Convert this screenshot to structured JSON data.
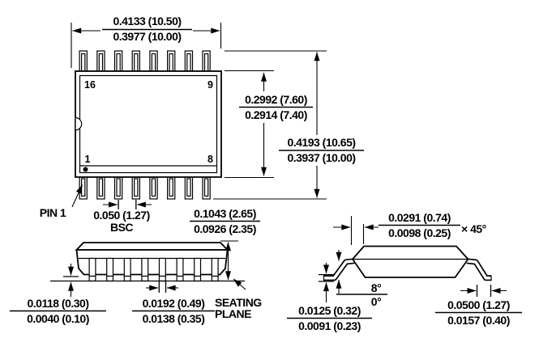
{
  "drawing": {
    "pin_labels": {
      "top_left": "16",
      "top_right": "9",
      "bottom_left": "1",
      "bottom_right": "8"
    },
    "callouts": {
      "pin1": "PIN 1",
      "seating_line1": "SEATING",
      "seating_line2": "PLANE"
    },
    "dims": {
      "package_length": {
        "max": "0.4133 (10.50)",
        "min": "0.3977 (10.00)"
      },
      "body_width": {
        "max": "0.2992 (7.60)",
        "min": "0.2914 (7.40)"
      },
      "overall_width": {
        "max": "0.4193 (10.65)",
        "min": "0.3937 (10.00)"
      },
      "lead_pitch": {
        "value": "0.050 (1.27)",
        "note": "BSC"
      },
      "overall_height": {
        "max": "0.1043 (2.65)",
        "min": "0.0926 (2.35)"
      },
      "standoff": {
        "max": "0.0118 (0.30)",
        "min": "0.0040 (0.10)"
      },
      "lead_width": {
        "max": "0.0192 (0.49)",
        "min": "0.0138 (0.35)"
      },
      "chamfer": {
        "max": "0.0291 (0.74)",
        "min": "0.0098 (0.25)",
        "suffix": "× 45°"
      },
      "lead_angle": {
        "max": "8°",
        "min": "0°"
      },
      "lead_thickness": {
        "max": "0.0125 (0.32)",
        "min": "0.0091 (0.23)"
      },
      "foot_length": {
        "max": "0.0500 (1.27)",
        "min": "0.0157 (0.40)"
      }
    },
    "colors": {
      "line": "#000000",
      "background": "#ffffff"
    }
  }
}
